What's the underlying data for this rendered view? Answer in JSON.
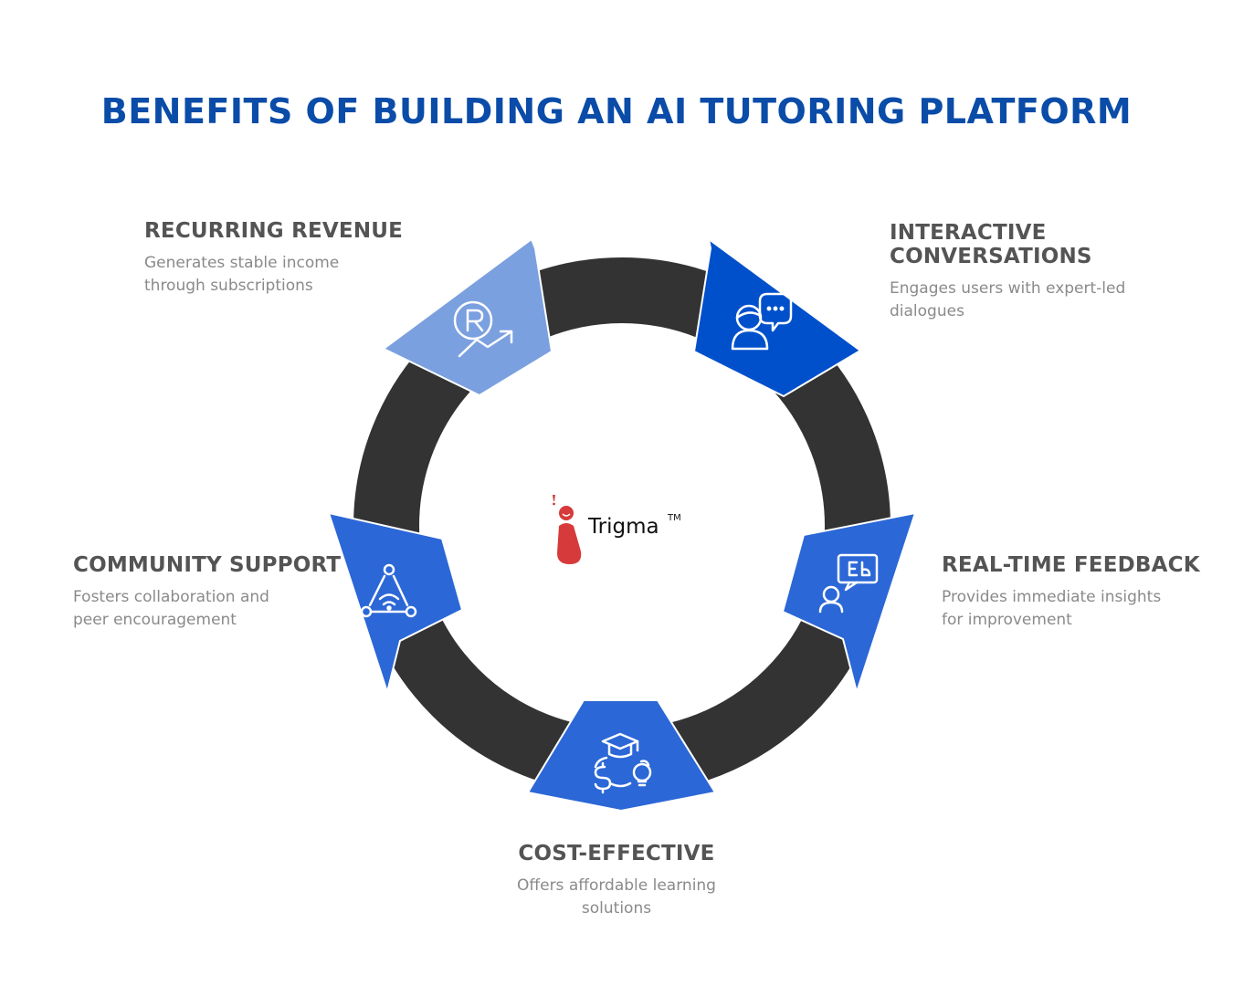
{
  "title": "BENEFITS OF BUILDING AN AI TUTORING PLATFORM",
  "colors": {
    "title": "#0a4ca8",
    "ring": "#333333",
    "seg_revenue": "#7aa0df",
    "seg_interactive": "#0050cc",
    "seg_other": "#2b67d6",
    "logo_red": "#d63a3a"
  },
  "benefits": [
    {
      "heading": "RECURRING REVENUE",
      "desc": [
        "Generates stable income",
        "through subscriptions"
      ],
      "icon": "revenue-growth-icon"
    },
    {
      "heading": "INTERACTIVE CONVERSATIONS",
      "desc": [
        "Engages users with expert-led",
        "dialogues"
      ],
      "icon": "chat-user-icon"
    },
    {
      "heading": "REAL-TIME FEEDBACK",
      "desc": [
        "Provides immediate insights",
        "for improvement"
      ],
      "icon": "feedback-board-icon"
    },
    {
      "heading": "COST-EFFECTIVE",
      "desc": [
        "Offers affordable learning",
        "solutions"
      ],
      "icon": "graduation-cost-icon"
    },
    {
      "heading": "COMMUNITY SUPPORT",
      "desc": [
        "Fosters collaboration and",
        "peer encouragement"
      ],
      "icon": "community-network-icon"
    }
  ],
  "logo": {
    "name": "Trigma",
    "tm": "TM"
  }
}
